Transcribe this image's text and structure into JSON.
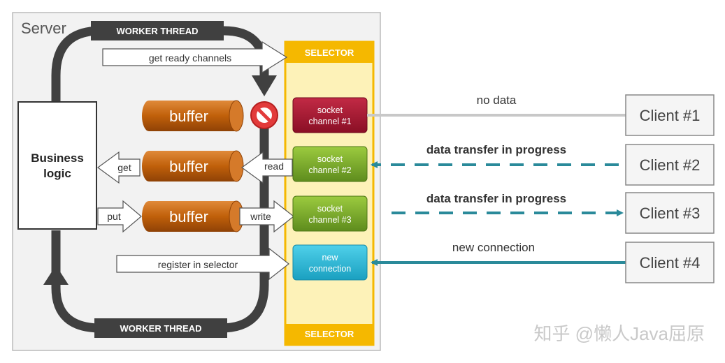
{
  "server": {
    "title": "Server",
    "worker_top": "WORKER THREAD",
    "worker_bottom": "WORKER THREAD",
    "business_logic": [
      "Business",
      "logic"
    ]
  },
  "selector": {
    "top_label": "SELECTOR",
    "bottom_label": "SELECTOR"
  },
  "arrows": {
    "get_ready": "get ready channels",
    "get": "get",
    "read": "read",
    "put": "put",
    "write": "write",
    "register": "register in selector"
  },
  "buffers": [
    "buffer",
    "buffer",
    "buffer"
  ],
  "channels": {
    "ch1": [
      "socket",
      "channel #1"
    ],
    "ch2": [
      "socket",
      "channel #2"
    ],
    "ch3": [
      "socket",
      "channel #3"
    ],
    "ch4": [
      "new",
      "connection"
    ]
  },
  "links": {
    "no_data": "no data",
    "transfer_2": "data transfer in progress",
    "transfer_3": "data transfer in progress",
    "new_connection": "new connection"
  },
  "clients": [
    "Client #1",
    "Client #2",
    "Client #3",
    "Client #4"
  ],
  "watermark": "知乎 @懒人Java屈原",
  "colors": {
    "server_bg": "#f2f2f2",
    "worker_dark": "#404040",
    "selector_bg": "#fdf2b8",
    "selector_border": "#f5b800",
    "buffer": "#c0600a",
    "channel_red": "#a5162f",
    "channel_green": "#78a82a",
    "channel_cyan": "#2ab6d4",
    "link_teal": "#2a8a9a"
  }
}
